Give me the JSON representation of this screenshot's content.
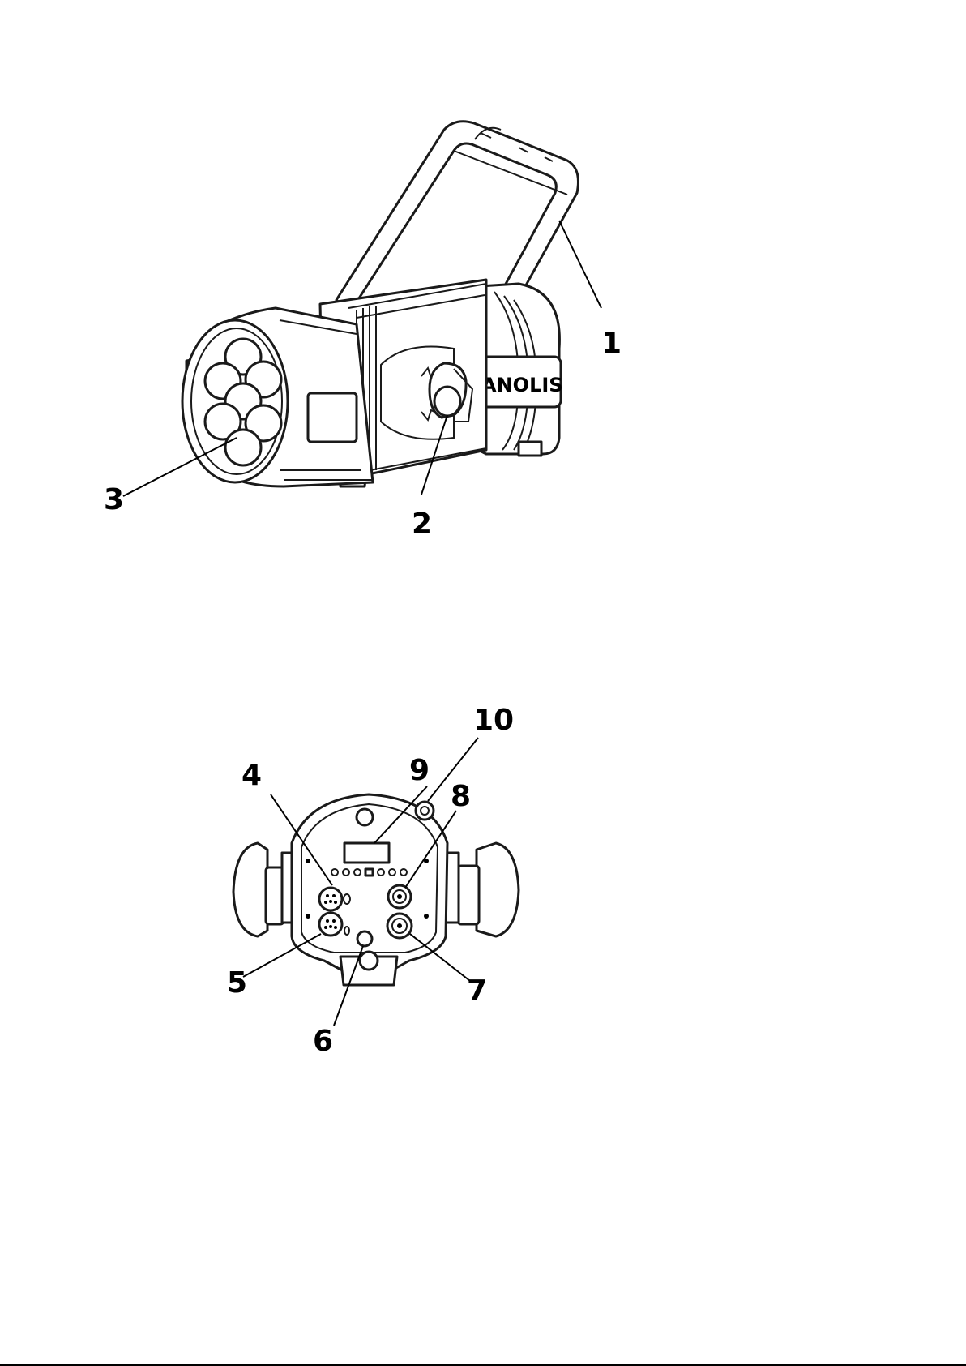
{
  "figure_top": {
    "logo_text": "ANOLIS",
    "callouts": [
      "1",
      "2",
      "3"
    ]
  },
  "figure_rear": {
    "callouts": [
      "4",
      "5",
      "6",
      "7",
      "8",
      "9",
      "10"
    ]
  }
}
